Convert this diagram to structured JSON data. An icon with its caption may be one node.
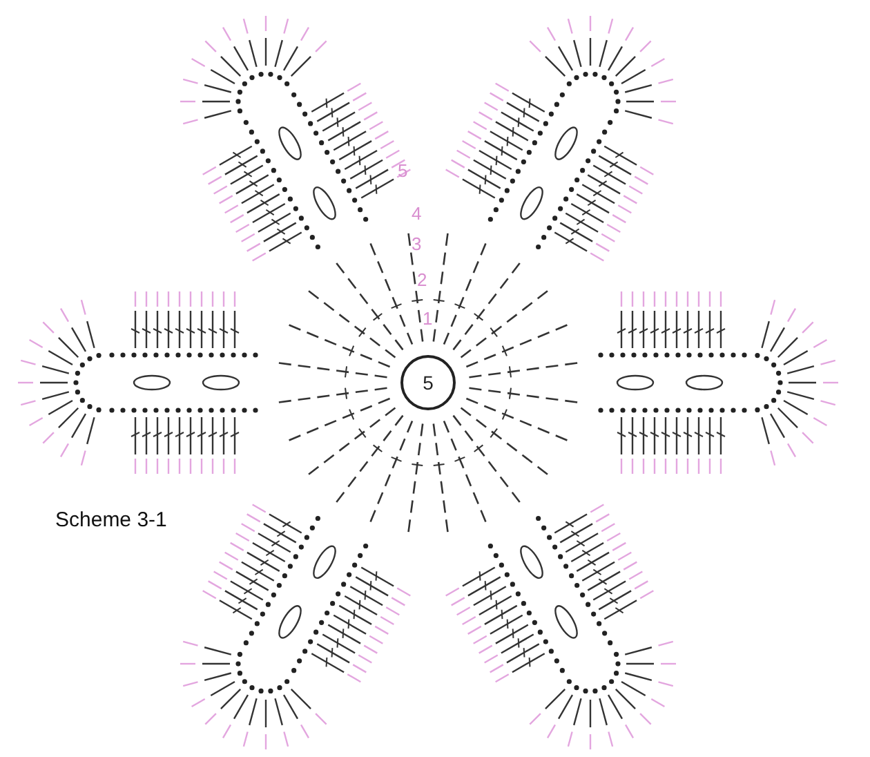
{
  "diagram": {
    "nodes": [
      {
        "text": [
          "5"
        ]
      }
    ],
    "edges": [],
    "labels": [
      "5",
      "4",
      "3",
      "2",
      "1",
      "Scheme 3-1"
    ]
  }
}
